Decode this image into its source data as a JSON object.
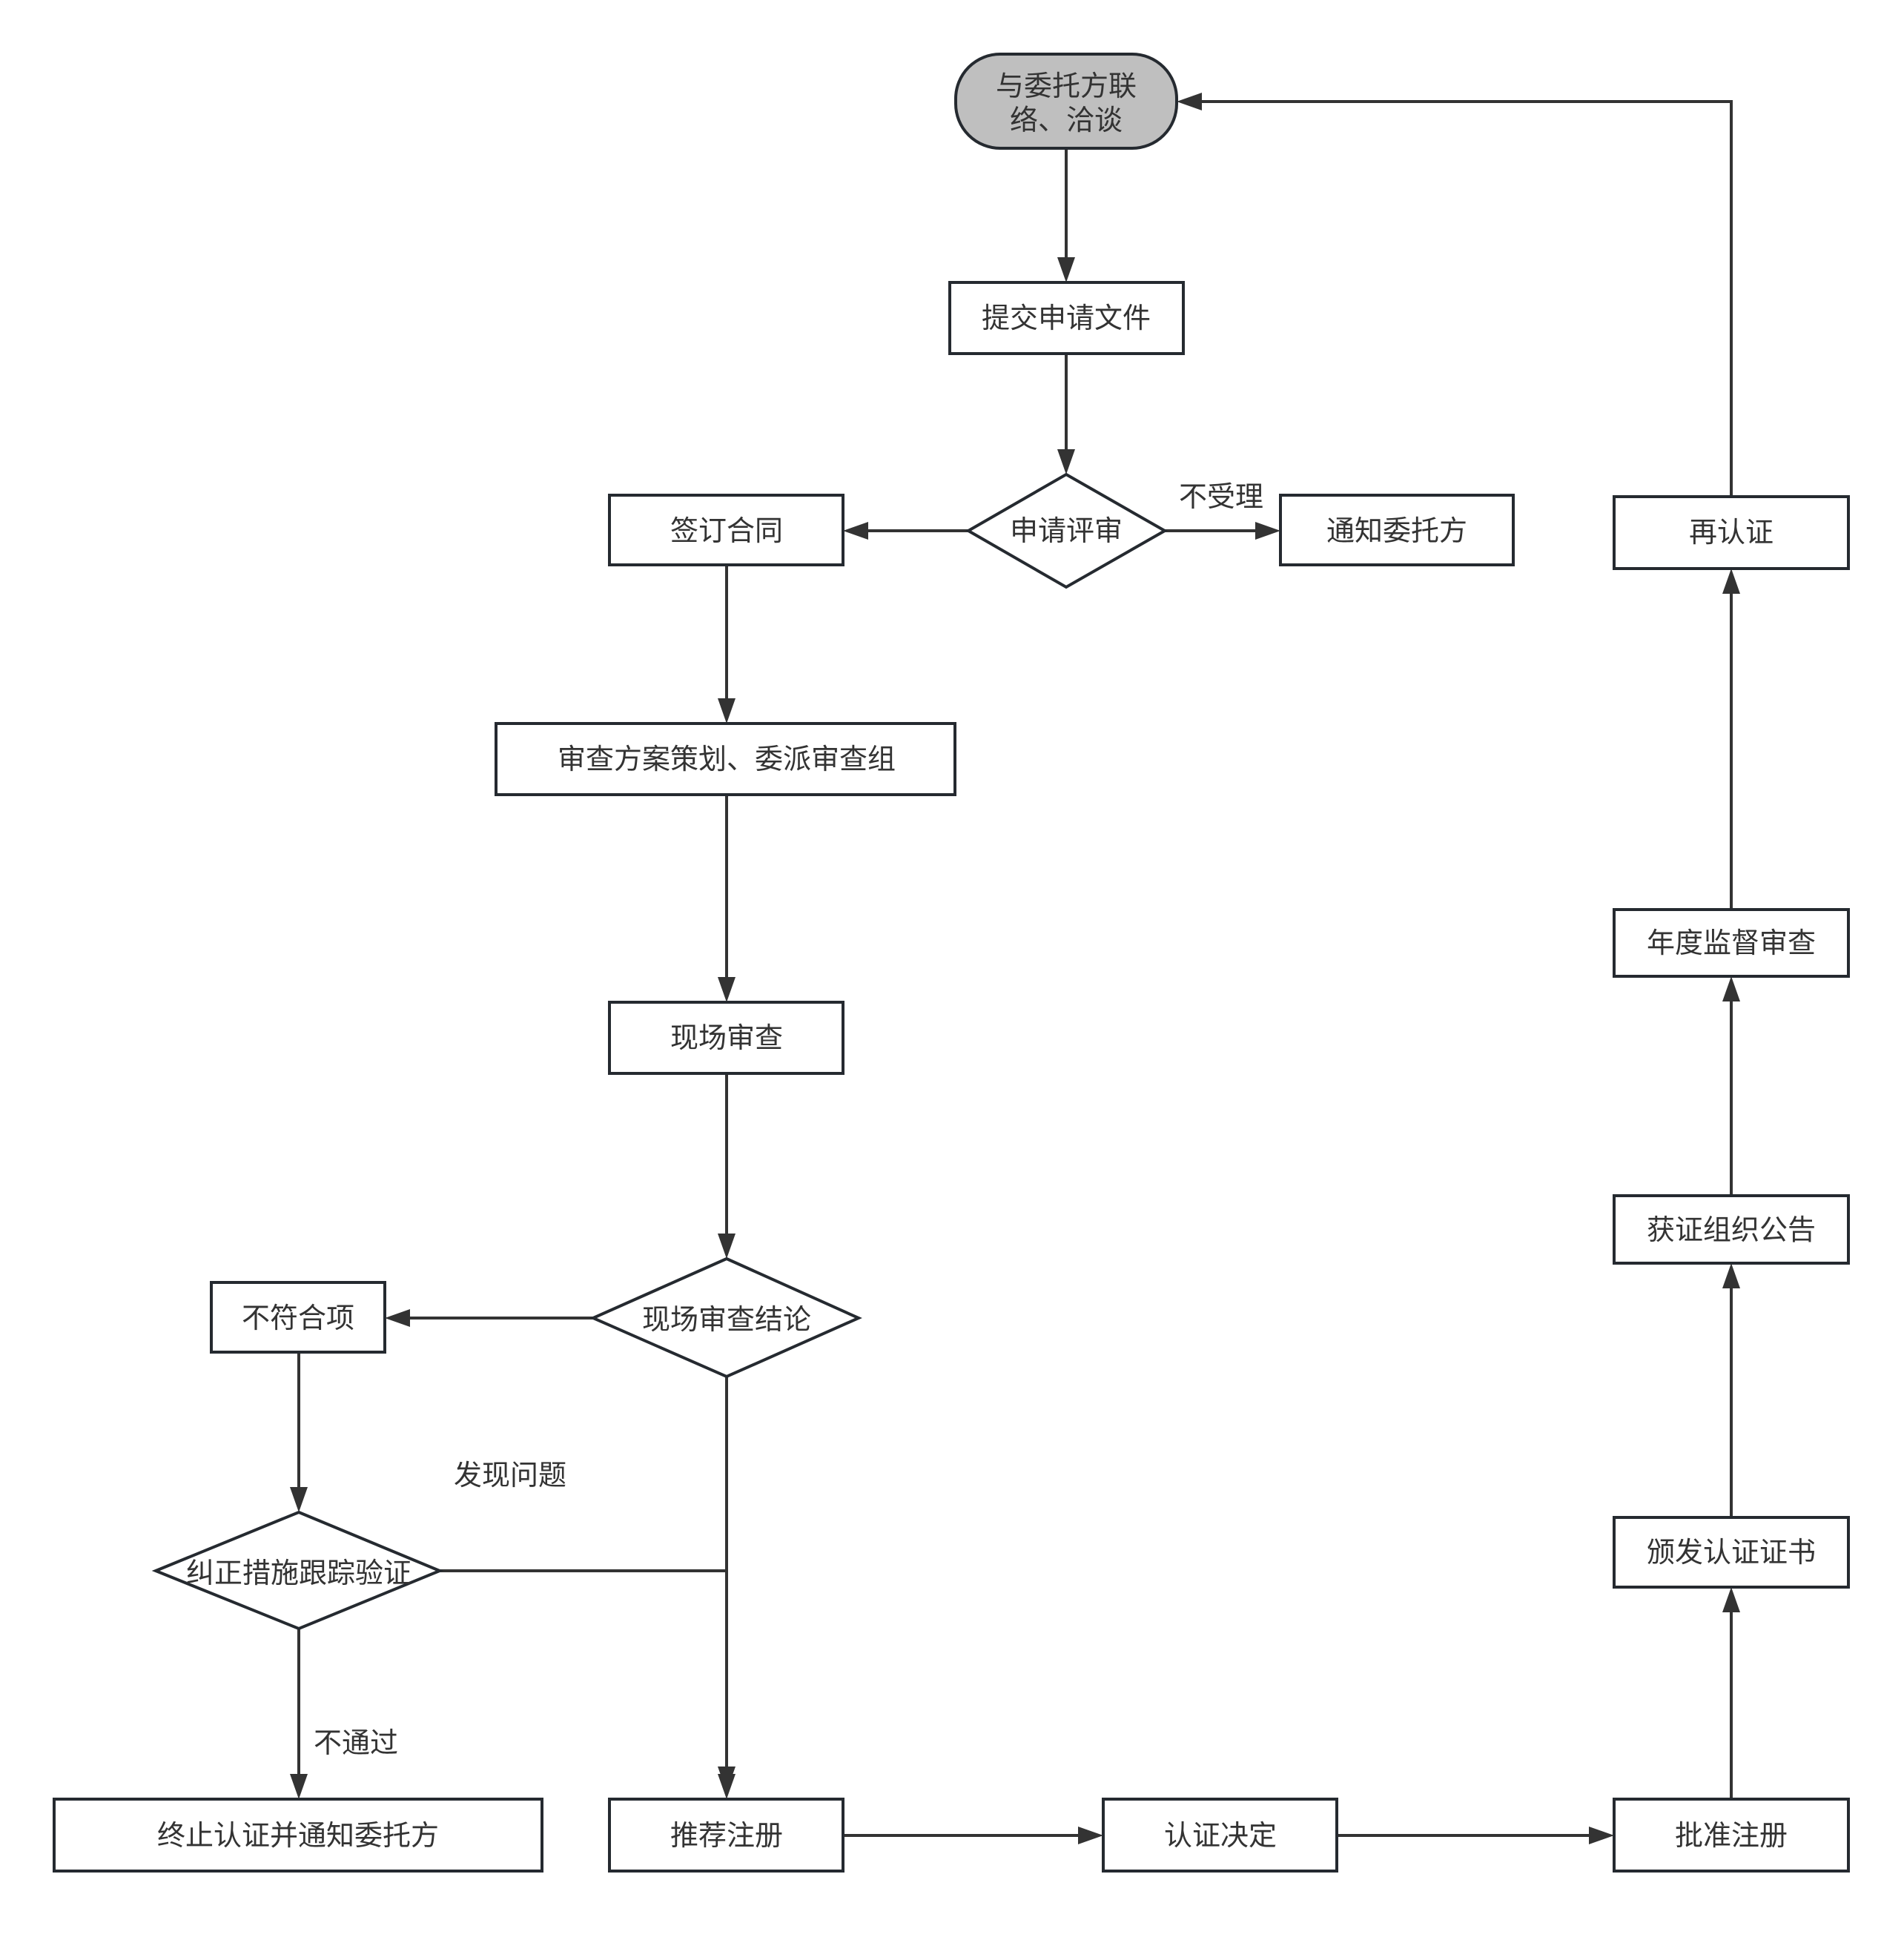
{
  "diagram": {
    "type": "flowchart",
    "nodes": {
      "start": {
        "shape": "terminator",
        "lines": [
          "与委托方联",
          "络、洽谈"
        ]
      },
      "submit": {
        "shape": "process",
        "label": "提交申请文件"
      },
      "review_app": {
        "shape": "decision",
        "label": "申请评审"
      },
      "sign_contract": {
        "shape": "process",
        "label": "签订合同"
      },
      "notify_client": {
        "shape": "process",
        "label": "通知委托方"
      },
      "plan_audit": {
        "shape": "process",
        "label": "审查方案策划、委派审查组"
      },
      "onsite_audit": {
        "shape": "process",
        "label": "现场审查"
      },
      "onsite_conclusion": {
        "shape": "decision",
        "label": "现场审查结论"
      },
      "nonconformity": {
        "shape": "process",
        "label": "不符合项"
      },
      "corrective_verify": {
        "shape": "decision",
        "label": "纠正措施跟踪验证"
      },
      "terminate": {
        "shape": "process",
        "label": "终止认证并通知委托方"
      },
      "recommend": {
        "shape": "process",
        "label": "推荐注册"
      },
      "decision": {
        "shape": "process",
        "label": "认证决定"
      },
      "approve": {
        "shape": "process",
        "label": "批准注册"
      },
      "issue_cert": {
        "shape": "process",
        "label": "颁发认证证书"
      },
      "announce": {
        "shape": "process",
        "label": "获证组织公告"
      },
      "annual_audit": {
        "shape": "process",
        "label": "年度监督审查"
      },
      "recert": {
        "shape": "process",
        "label": "再认证"
      }
    },
    "edge_labels": {
      "not_accepted": "不受理",
      "problem_found": "发现问题",
      "failed": "不通过"
    },
    "edges": [
      {
        "from": "start",
        "to": "submit"
      },
      {
        "from": "submit",
        "to": "review_app"
      },
      {
        "from": "review_app",
        "to": "sign_contract"
      },
      {
        "from": "review_app",
        "to": "notify_client",
        "label": "不受理"
      },
      {
        "from": "sign_contract",
        "to": "plan_audit"
      },
      {
        "from": "plan_audit",
        "to": "onsite_audit"
      },
      {
        "from": "onsite_audit",
        "to": "onsite_conclusion"
      },
      {
        "from": "onsite_conclusion",
        "to": "nonconformity"
      },
      {
        "from": "onsite_conclusion",
        "to": "recommend"
      },
      {
        "from": "nonconformity",
        "to": "corrective_verify"
      },
      {
        "from": "corrective_verify",
        "to": "recommend"
      },
      {
        "from": "corrective_verify",
        "to": "terminate",
        "label": "不通过"
      },
      {
        "from": "recommend",
        "to": "decision"
      },
      {
        "from": "decision",
        "to": "approve"
      },
      {
        "from": "approve",
        "to": "issue_cert"
      },
      {
        "from": "issue_cert",
        "to": "announce"
      },
      {
        "from": "announce",
        "to": "annual_audit"
      },
      {
        "from": "annual_audit",
        "to": "recert"
      },
      {
        "from": "recert",
        "to": "start"
      }
    ],
    "colors": {
      "stroke": "#252a30",
      "edge": "#333333",
      "terminator_fill": "#bfbfbf",
      "process_fill": "#ffffff",
      "text": "#333333"
    }
  }
}
